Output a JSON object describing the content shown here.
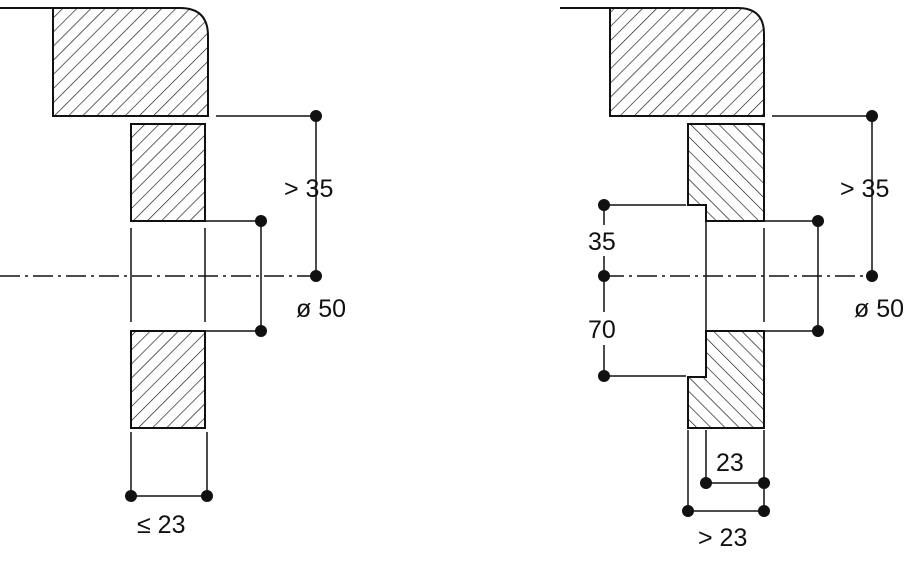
{
  "diagrams": [
    {
      "id": "left",
      "labels": {
        "height_gap": "> 35",
        "hole_diameter": "ø 50",
        "panel_thickness": "≤ 23"
      }
    },
    {
      "id": "right",
      "labels": {
        "height_gap": "> 35",
        "hole_diameter": "ø 50",
        "recess_upper": "35",
        "recess_lower": "70",
        "recess_depth": "23",
        "panel_thickness": "> 23"
      }
    }
  ],
  "colors": {
    "line": "#111111",
    "background": "#ffffff"
  }
}
